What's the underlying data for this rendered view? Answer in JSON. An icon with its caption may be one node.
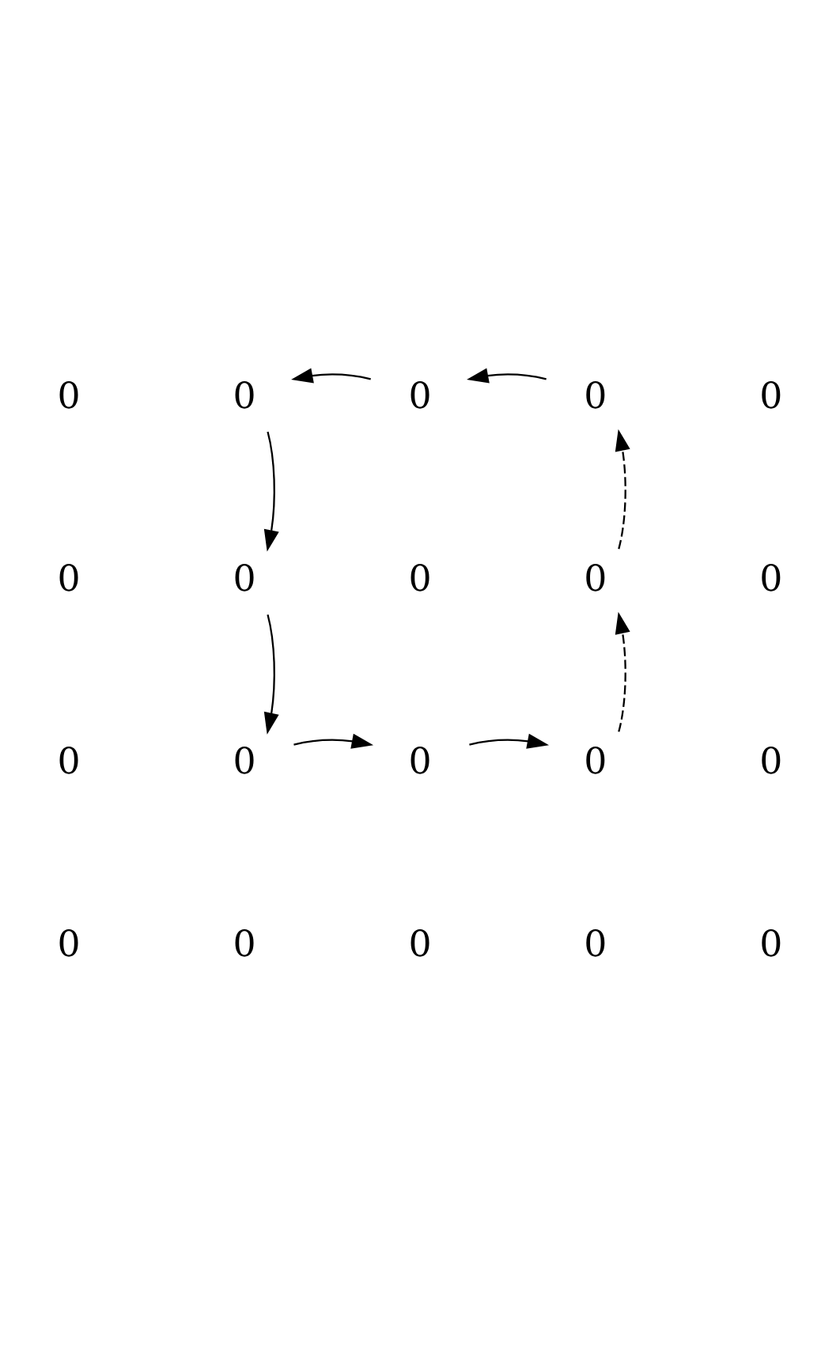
{
  "diagram": {
    "nodes": [
      {
        "text": [
          "0"
        ]
      },
      {
        "text": [
          "0"
        ]
      },
      {
        "text": [
          "0"
        ]
      },
      {
        "text": [
          "0"
        ]
      },
      {
        "text": [
          "0"
        ]
      },
      {
        "text": [
          "0"
        ]
      },
      {
        "text": [
          "0"
        ]
      },
      {
        "text": [
          "0"
        ]
      },
      {
        "text": [
          "0"
        ]
      },
      {
        "text": [
          "0"
        ]
      },
      {
        "text": [
          "0"
        ]
      },
      {
        "text": [
          "0"
        ]
      },
      {
        "text": [
          "0"
        ]
      },
      {
        "text": [
          "0"
        ]
      },
      {
        "text": [
          "0"
        ]
      },
      {
        "text": [
          "0"
        ]
      },
      {
        "text": [
          "0"
        ]
      },
      {
        "text": [
          "0"
        ]
      },
      {
        "text": [
          "0"
        ]
      },
      {
        "text": [
          "0"
        ]
      }
    ],
    "edges": [
      {
        "from": 2,
        "to": 1,
        "arrow": "to"
      },
      {
        "from": 3,
        "to": 2,
        "arrow": "to"
      },
      {
        "from": 1,
        "to": 6,
        "arrow": "to"
      },
      {
        "from": 6,
        "to": 11,
        "arrow": "to"
      },
      {
        "from": 11,
        "to": 12,
        "arrow": "to"
      },
      {
        "from": 12,
        "to": 13,
        "arrow": "to"
      },
      {
        "from": 13,
        "to": 8,
        "arrow": "to",
        "style": "dashed"
      },
      {
        "from": 8,
        "to": 3,
        "arrow": "to",
        "style": "dashed"
      }
    ]
  }
}
